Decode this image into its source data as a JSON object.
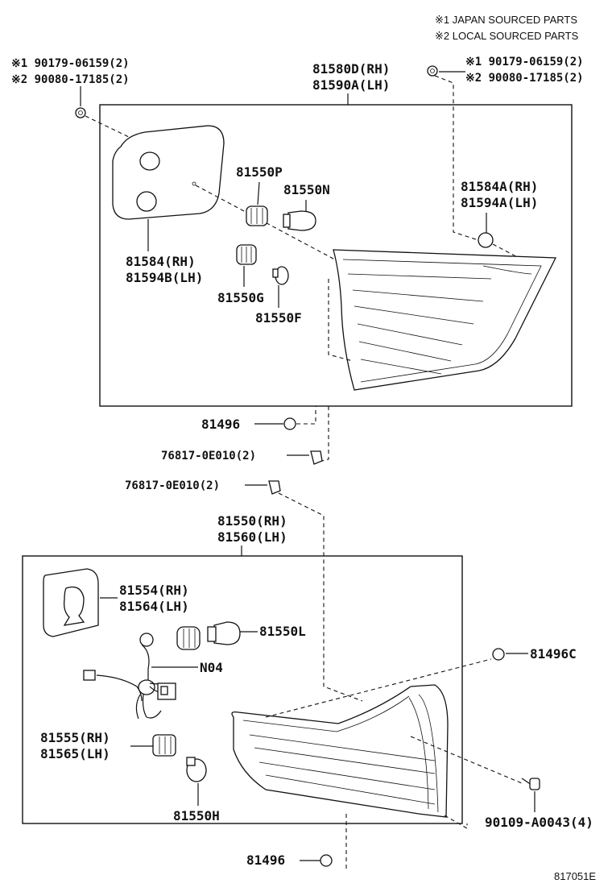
{
  "legend": {
    "line1": "※1 JAPAN SOURCED PARTS",
    "line2": "※2 LOCAL SOURCED PARTS"
  },
  "labels": {
    "screw_left_1": "※1 90179-06159(2)",
    "screw_left_2": "※2 90080-17185(2)",
    "screw_right_1": "※1 90179-06159(2)",
    "screw_right_2": "※2 90080-17185(2)",
    "upper_assy_rh": "81580D(RH)",
    "upper_assy_lh": "81590A(LH)",
    "p81550P": "81550P",
    "p81550N": "81550N",
    "p81584A_rh": "81584A(RH)",
    "p81594A_lh": "81594A(LH)",
    "p81584_rh": "81584(RH)",
    "p81594B_lh": "81594B(LH)",
    "p81550G": "81550G",
    "p81550F": "81550F",
    "p81496_top": "81496",
    "clip_top": "76817-0E010(2)",
    "clip_bottom": "76817-0E010(2)",
    "lower_assy_rh": "81550(RH)",
    "lower_assy_lh": "81560(LH)",
    "p81554_rh": "81554(RH)",
    "p81564_lh": "81564(LH)",
    "p81550L": "81550L",
    "p81496C": "81496C",
    "pN04": "N04",
    "p81555_rh": "81555(RH)",
    "p81565_lh": "81565(LH)",
    "p81550H": "81550H",
    "bolt": "90109-A0043(4)",
    "p81496_bottom": "81496",
    "diagram_code": "817051E"
  }
}
